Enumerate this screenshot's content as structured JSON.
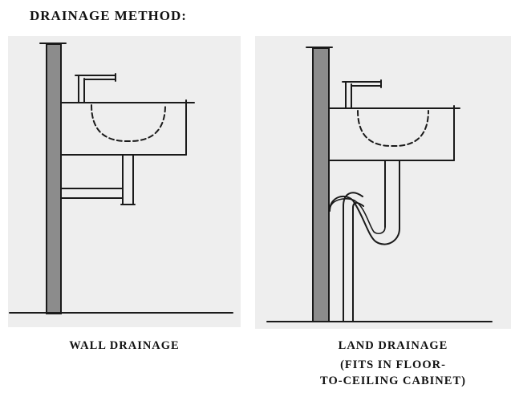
{
  "title": "DRAINAGE METHOD:",
  "panels": [
    {
      "caption": "WALL DRAINAGE"
    },
    {
      "caption": "LAND DRAINAGE",
      "note_lines": [
        "(FITS IN FLOOR-",
        "TO-CEILING CABINET)"
      ]
    }
  ],
  "colors": {
    "panel_background": "#eeeeee",
    "wall_fill": "#8c8c8c",
    "line": "#1a1a1a"
  }
}
